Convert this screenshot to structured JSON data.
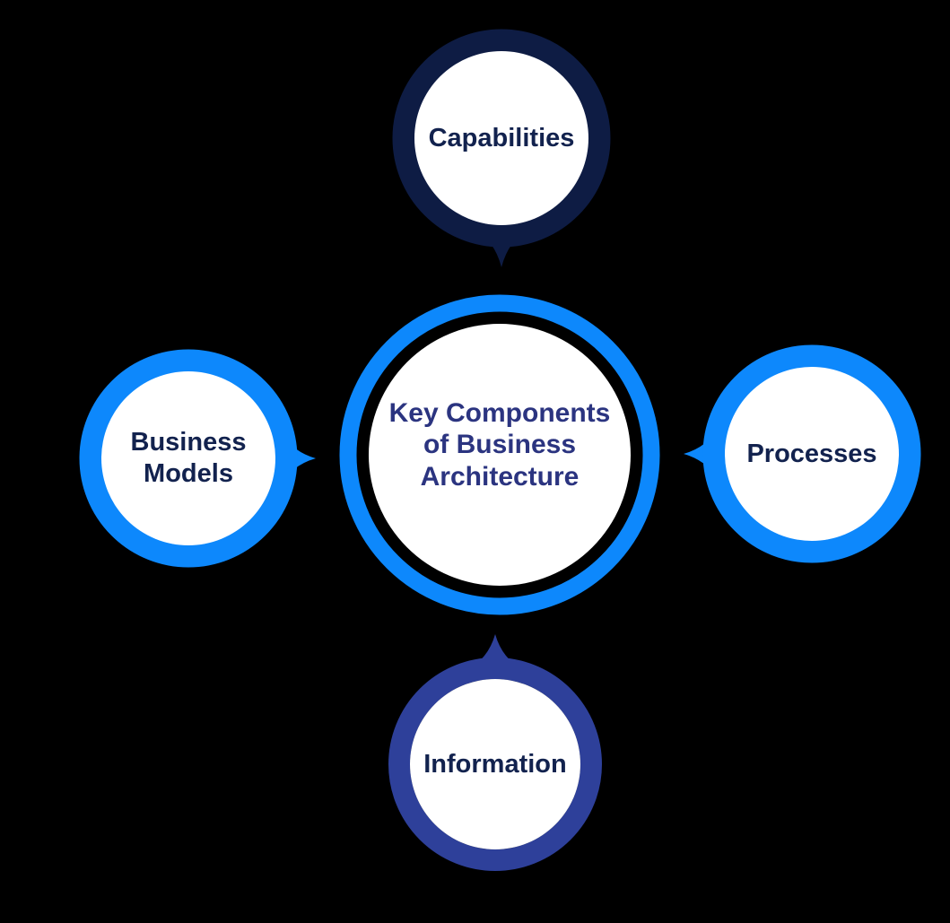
{
  "diagram": {
    "center": {
      "label": "Key Components of Business Architecture"
    },
    "nodes": [
      {
        "label": "Capabilities",
        "position": "top",
        "ring_color": "#0e1c44"
      },
      {
        "label": "Processes",
        "position": "right",
        "ring_color": "#0d88fc"
      },
      {
        "label": "Information",
        "position": "bottom",
        "ring_color": "#2e409a"
      },
      {
        "label": "Business Models",
        "position": "left",
        "ring_color": "#0d88fc"
      }
    ]
  },
  "colors": {
    "background": "#000000",
    "bright_blue": "#0d88fc",
    "dark_navy": "#0e1c44",
    "indigo": "#2e409a",
    "white": "#ffffff",
    "node_text": "#12224e",
    "center_text": "#2b3480"
  }
}
